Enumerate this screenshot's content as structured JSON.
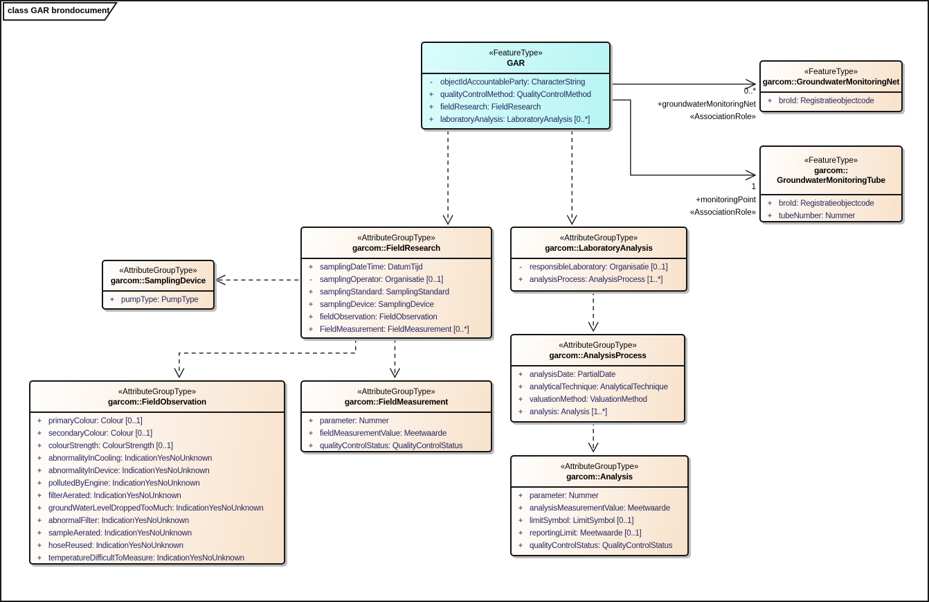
{
  "frame": {
    "label": "class GAR brondocument"
  },
  "colors": {
    "feature_fill_start": "#DAFCFB",
    "feature_fill_end": "#B7F5F3",
    "group_fill_start": "#FFFEFD",
    "group_fill_end": "#F8E2CB",
    "border": "#141414",
    "attribute_text": "#26265C",
    "shadow": "#BDBDBD"
  },
  "classes": {
    "gar": {
      "stereotype": "«FeatureType»",
      "name_lines": [
        "GAR"
      ],
      "attributes": [
        {
          "vis": "-",
          "text": "objectIdAccountableParty: CharacterString"
        },
        {
          "vis": "+",
          "text": "qualityControlMethod: QualityControlMethod"
        },
        {
          "vis": "+",
          "text": "fieldResearch: FieldResearch"
        },
        {
          "vis": "+",
          "text": "laboratoryAnalysis: LaboratoryAnalysis [0..*]"
        }
      ]
    },
    "net": {
      "stereotype": "«FeatureType»",
      "name_lines": [
        "garcom::GroundwaterMonitoringNet"
      ],
      "attributes": [
        {
          "vis": "+",
          "text": "broId: Registratieobjectcode"
        }
      ]
    },
    "tube": {
      "stereotype": "«FeatureType»",
      "name_lines": [
        "garcom::",
        "GroundwaterMonitoringTube"
      ],
      "attributes": [
        {
          "vis": "+",
          "text": "broId: Registratieobjectcode"
        },
        {
          "vis": "+",
          "text": "tubeNumber: Nummer"
        }
      ]
    },
    "fieldResearch": {
      "stereotype": "«AttributeGroupType»",
      "name_lines": [
        "garcom::FieldResearch"
      ],
      "attributes": [
        {
          "vis": "+",
          "text": "samplingDateTime: DatumTijd"
        },
        {
          "vis": "-",
          "text": "samplingOperator: Organisatie [0..1]"
        },
        {
          "vis": "+",
          "text": "samplingStandard: SamplingStandard"
        },
        {
          "vis": "+",
          "text": "samplingDevice: SamplingDevice"
        },
        {
          "vis": "+",
          "text": "fieldObservation: FieldObservation"
        },
        {
          "vis": "+",
          "text": "FieldMeasurement: FieldMeasurement [0..*]"
        }
      ]
    },
    "laboratoryAnalysis": {
      "stereotype": "«AttributeGroupType»",
      "name_lines": [
        "garcom::LaboratoryAnalysis"
      ],
      "attributes": [
        {
          "vis": "-",
          "text": "responsibleLaboratory: Organisatie [0..1]"
        },
        {
          "vis": "+",
          "text": "analysisProcess: AnalysisProcess [1..*]"
        }
      ]
    },
    "samplingDevice": {
      "stereotype": "«AttributeGroupType»",
      "name_lines": [
        "garcom::SamplingDevice"
      ],
      "attributes": [
        {
          "vis": "+",
          "text": "pumpType: PumpType"
        }
      ]
    },
    "fieldObservation": {
      "stereotype": "«AttributeGroupType»",
      "name_lines": [
        "garcom::FieldObservation"
      ],
      "attributes": [
        {
          "vis": "+",
          "text": "primaryColour: Colour [0..1]"
        },
        {
          "vis": "+",
          "text": "secondaryColour: Colour [0..1]"
        },
        {
          "vis": "+",
          "text": "colourStrength: ColourStrength [0..1]"
        },
        {
          "vis": "+",
          "text": "abnormalityInCooling: IndicationYesNoUnknown"
        },
        {
          "vis": "+",
          "text": "abnormalityInDevice: IndicationYesNoUnknown"
        },
        {
          "vis": "+",
          "text": "pollutedByEngine: IndicationYesNoUnknown"
        },
        {
          "vis": "+",
          "text": "filterAerated: IndicationYesNoUnknown"
        },
        {
          "vis": "+",
          "text": "groundWaterLevelDroppedTooMuch: IndicationYesNoUnknown"
        },
        {
          "vis": "+",
          "text": "abnormalFilter: IndicationYesNoUnknown"
        },
        {
          "vis": "+",
          "text": "sampleAerated: IndicationYesNoUnknown"
        },
        {
          "vis": "+",
          "text": "hoseReused: IndicationYesNoUnknown"
        },
        {
          "vis": "+",
          "text": "temperatureDifficultToMeasure: IndicationYesNoUnknown"
        }
      ]
    },
    "fieldMeasurement": {
      "stereotype": "«AttributeGroupType»",
      "name_lines": [
        "garcom::FieldMeasurement"
      ],
      "attributes": [
        {
          "vis": "+",
          "text": "parameter: Nummer"
        },
        {
          "vis": "+",
          "text": "fieldMeasurementValue: Meetwaarde"
        },
        {
          "vis": "+",
          "text": "qualityControlStatus: QualityControlStatus"
        }
      ]
    },
    "analysisProcess": {
      "stereotype": "«AttributeGroupType»",
      "name_lines": [
        "garcom::AnalysisProcess"
      ],
      "attributes": [
        {
          "vis": "+",
          "text": "analysisDate: PartialDate"
        },
        {
          "vis": "+",
          "text": "analyticalTechnique: AnalyticalTechnique"
        },
        {
          "vis": "+",
          "text": "valuationMethod: ValuationMethod"
        },
        {
          "vis": "+",
          "text": "analysis: Analysis [1..*]"
        }
      ]
    },
    "analysis": {
      "stereotype": "«AttributeGroupType»",
      "name_lines": [
        "garcom::Analysis"
      ],
      "attributes": [
        {
          "vis": "+",
          "text": "parameter: Nummer"
        },
        {
          "vis": "+",
          "text": "analysisMeasurementValue: Meetwaarde"
        },
        {
          "vis": "+",
          "text": "limitSymbol: LimitSymbol [0..1]"
        },
        {
          "vis": "+",
          "text": "reportingLimit: Meetwaarde [0..1]"
        },
        {
          "vis": "+",
          "text": "qualityControlStatus: QualityControlStatus"
        }
      ]
    }
  },
  "association_labels": {
    "net": {
      "multiplicity": "0..*",
      "role": "+groundwaterMonitoringNet",
      "stereotype": "«AssociationRole»"
    },
    "tube": {
      "multiplicity": "1",
      "role": "+monitoringPoint",
      "stereotype": "«AssociationRole»"
    }
  }
}
